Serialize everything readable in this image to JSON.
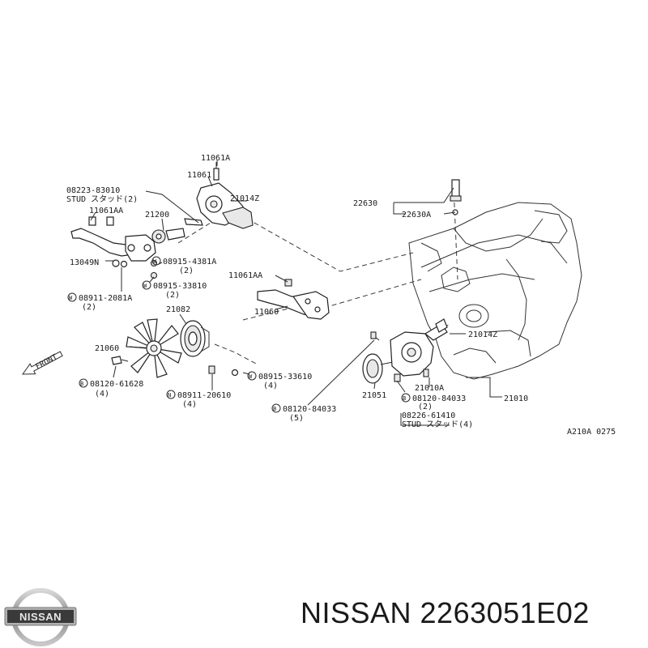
{
  "labels": {
    "p11061A": "11061A",
    "p11061": "11061",
    "p08223": "08223-83010",
    "stud1": "STUD スタッド(2)",
    "p11061AA_top": "11061AA",
    "p21200": "21200",
    "p21014Z": "21014Z",
    "p13049N": "13049N",
    "p08915_4381A": "08915-4381A",
    "q2a": "(2)",
    "p08915_33810": "08915-33810",
    "q2b": "(2)",
    "p08911_2081A": "08911-2081A",
    "q2c": "(2)",
    "p11061AA_mid": "11061AA",
    "p11060": "11060",
    "p21082": "21082",
    "p21060": "21060",
    "p08120_61628": "08120-61628",
    "q4a": "(4)",
    "p08911_20610": "08911-20610",
    "q4b": "(4)",
    "p08915_33610": "08915-33610",
    "q4c": "(4)",
    "p08120_84033_low": "08120-84033",
    "q5": "(5)",
    "p22630": "22630",
    "p22630A": "22630A",
    "p21014Z_right": "21014Z",
    "p21051": "21051",
    "p21010A": "21010A",
    "p08120_84033": "08120-84033",
    "q2d": "(2)",
    "p08226": "08226-61410",
    "stud2": "STUD スタッド(4)",
    "p21010": "21010",
    "front": "FRONT",
    "ref": "A210A 0275"
  },
  "circled": {
    "w": "W",
    "b": "B",
    "n": "N"
  },
  "footer": {
    "brand_text": "NISSAN 2263051E02",
    "logo_text": "NISSAN"
  }
}
